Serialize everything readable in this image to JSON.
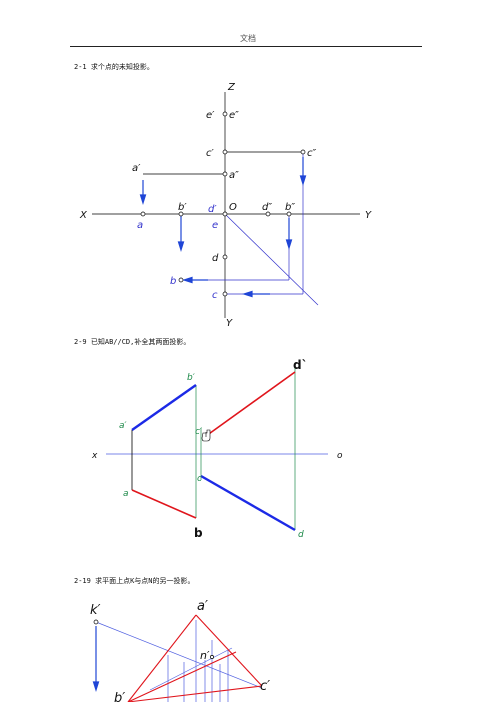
{
  "header": {
    "title": "文档"
  },
  "problems": {
    "p1": {
      "title": "2-1 求个点的未知投影。",
      "labels": {
        "Z": "Z",
        "e_p": "e′",
        "e_pp": "e″",
        "c_p": "c′",
        "c_pp": "c″",
        "a_p": "a′",
        "a_pp": "a″",
        "X": "X",
        "b_p": "b′",
        "d_p": "d′",
        "O": "O",
        "d_pp": "d″",
        "b_pp": "b″",
        "Y_right": "Y",
        "a": "a",
        "e": "e",
        "d": "d",
        "b": "b",
        "c": "c",
        "Y_bottom": "Y"
      }
    },
    "p2": {
      "title": "2-9 已知AB//CD,补全其两面投影。",
      "labels": {
        "b_p": "b′",
        "d_p": "d`",
        "a_p": "a′",
        "c_p": "c′",
        "x": "x",
        "o": "o",
        "c": "c",
        "a": "a",
        "b": "b",
        "d": "d"
      }
    },
    "p3": {
      "title": "2-19 求平面上点K与点N的另一投影。",
      "labels": {
        "k_p": "k′",
        "a_p": "a′",
        "n_p": "n′",
        "c_p": "c′",
        "b_p": "b′"
      }
    }
  },
  "colors": {
    "line": "#000000",
    "construction": "#3333cc",
    "arrow": "#1f45d6",
    "green": "#1e8a4a",
    "red": "#e0151c",
    "blue_thick": "#1c2ae6",
    "axis_blue": "#4f5fe0"
  }
}
